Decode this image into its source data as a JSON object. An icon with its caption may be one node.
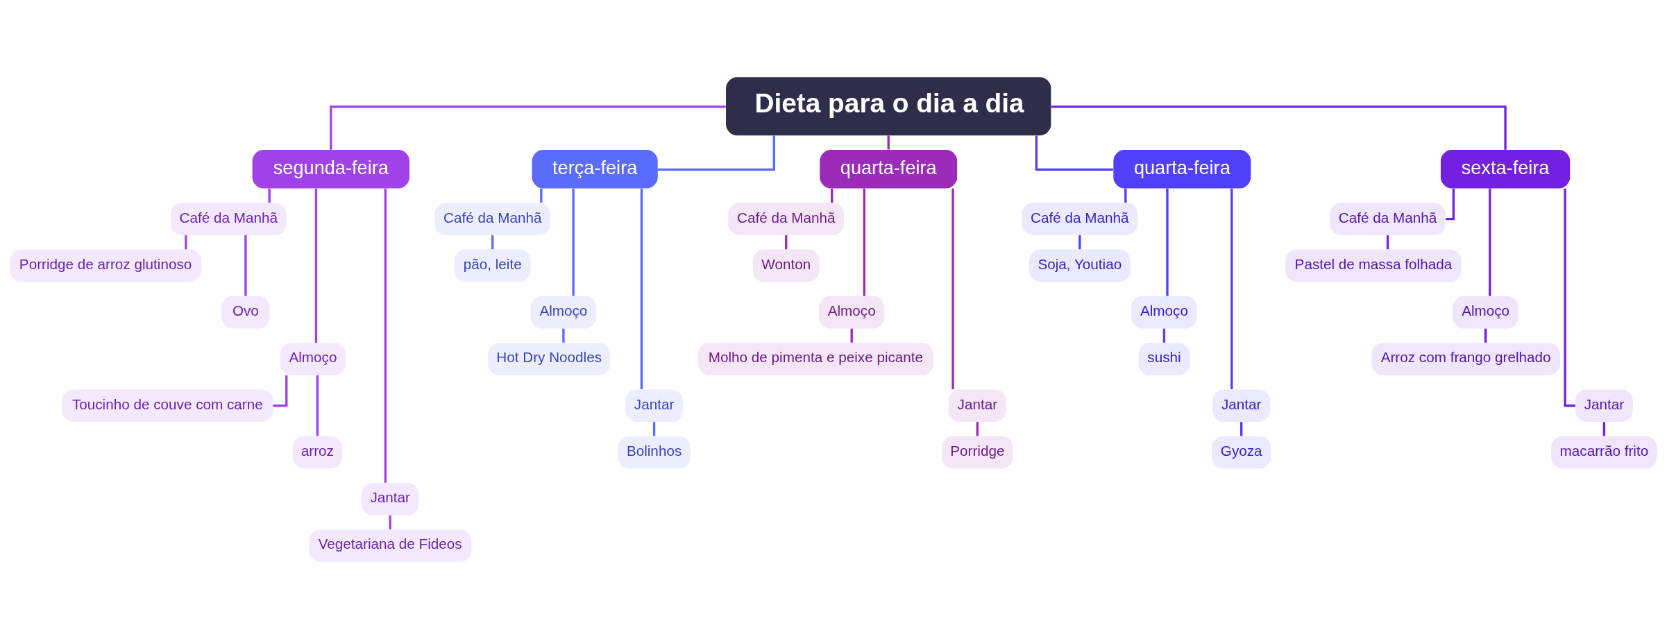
{
  "diagram": {
    "nodes": [
      {
        "text": [
          "Dieta para o dia a dia"
        ]
      },
      {
        "text": [
          "segunda-feira"
        ]
      },
      {
        "text": [
          "Café da Manhã"
        ]
      },
      {
        "text": [
          "Porridge de arroz glutinoso"
        ]
      },
      {
        "text": [
          "Ovo"
        ]
      },
      {
        "text": [
          "Almoço"
        ]
      },
      {
        "text": [
          "Toucinho de couve com carne"
        ]
      },
      {
        "text": [
          "arroz"
        ]
      },
      {
        "text": [
          "Jantar"
        ]
      },
      {
        "text": [
          "Vegetariana de Fideos"
        ]
      },
      {
        "text": [
          "terça-feira"
        ]
      },
      {
        "text": [
          "Café da Manhã"
        ]
      },
      {
        "text": [
          "pão, leite"
        ]
      },
      {
        "text": [
          "Almoço"
        ]
      },
      {
        "text": [
          "Hot Dry Noodles"
        ]
      },
      {
        "text": [
          "Jantar"
        ]
      },
      {
        "text": [
          "Bolinhos"
        ]
      },
      {
        "text": [
          "quarta-feira"
        ]
      },
      {
        "text": [
          "Café da Manhã"
        ]
      },
      {
        "text": [
          "Wonton"
        ]
      },
      {
        "text": [
          "Almoço"
        ]
      },
      {
        "text": [
          "Molho de pimenta e peixe picante"
        ]
      },
      {
        "text": [
          "Jantar"
        ]
      },
      {
        "text": [
          "Porridge"
        ]
      },
      {
        "text": [
          "quarta-feira"
        ]
      },
      {
        "text": [
          "Café da Manhã"
        ]
      },
      {
        "text": [
          "Soja, Youtiao"
        ]
      },
      {
        "text": [
          "Almoço"
        ]
      },
      {
        "text": [
          "sushi"
        ]
      },
      {
        "text": [
          "Jantar"
        ]
      },
      {
        "text": [
          "Gyoza"
        ]
      },
      {
        "text": [
          "sexta-feira"
        ]
      },
      {
        "text": [
          "Café da Manhã"
        ]
      },
      {
        "text": [
          "Pastel de massa folhada"
        ]
      },
      {
        "text": [
          "Almoço"
        ]
      },
      {
        "text": [
          "Arroz com frango grelhado"
        ]
      },
      {
        "text": [
          "Jantar"
        ]
      },
      {
        "text": [
          "macarrão frito"
        ]
      }
    ],
    "edges": [
      {
        "from": 0,
        "to": 1,
        "arrow": "none",
        "color": "#a041e9"
      },
      {
        "from": 1,
        "to": 2,
        "arrow": "none",
        "color": "#a041e9"
      },
      {
        "from": 2,
        "to": 3,
        "arrow": "none",
        "color": "#a041e9"
      },
      {
        "from": 2,
        "to": 4,
        "arrow": "none",
        "color": "#a041e9"
      },
      {
        "from": 1,
        "to": 5,
        "arrow": "none",
        "color": "#a041e9"
      },
      {
        "from": 5,
        "to": 6,
        "arrow": "none",
        "color": "#a041e9"
      },
      {
        "from": 5,
        "to": 7,
        "arrow": "none",
        "color": "#a041e9"
      },
      {
        "from": 1,
        "to": 8,
        "arrow": "none",
        "color": "#a041e9"
      },
      {
        "from": 8,
        "to": 9,
        "arrow": "none",
        "color": "#a041e9"
      },
      {
        "from": 0,
        "to": 10,
        "arrow": "none",
        "color": "#5b6bfd"
      },
      {
        "from": 10,
        "to": 11,
        "arrow": "none",
        "color": "#5b6bfd"
      },
      {
        "from": 11,
        "to": 12,
        "arrow": "none",
        "color": "#5b6bfd"
      },
      {
        "from": 10,
        "to": 13,
        "arrow": "none",
        "color": "#5b6bfd"
      },
      {
        "from": 13,
        "to": 14,
        "arrow": "none",
        "color": "#5b6bfd"
      },
      {
        "from": 10,
        "to": 15,
        "arrow": "none",
        "color": "#5b6bfd"
      },
      {
        "from": 15,
        "to": 16,
        "arrow": "none",
        "color": "#5b6bfd"
      },
      {
        "from": 0,
        "to": 17,
        "arrow": "none",
        "color": "#9b2bb8"
      },
      {
        "from": 17,
        "to": 18,
        "arrow": "none",
        "color": "#9b2bb8"
      },
      {
        "from": 18,
        "to": 19,
        "arrow": "none",
        "color": "#9b2bb8"
      },
      {
        "from": 17,
        "to": 20,
        "arrow": "none",
        "color": "#9b2bb8"
      },
      {
        "from": 20,
        "to": 21,
        "arrow": "none",
        "color": "#9b2bb8"
      },
      {
        "from": 17,
        "to": 22,
        "arrow": "none",
        "color": "#9b2bb8"
      },
      {
        "from": 22,
        "to": 23,
        "arrow": "none",
        "color": "#9b2bb8"
      },
      {
        "from": 0,
        "to": 24,
        "arrow": "none",
        "color": "#5040fa"
      },
      {
        "from": 24,
        "to": 25,
        "arrow": "none",
        "color": "#5040fa"
      },
      {
        "from": 25,
        "to": 26,
        "arrow": "none",
        "color": "#5040fa"
      },
      {
        "from": 24,
        "to": 27,
        "arrow": "none",
        "color": "#5040fa"
      },
      {
        "from": 27,
        "to": 28,
        "arrow": "none",
        "color": "#5040fa"
      },
      {
        "from": 24,
        "to": 29,
        "arrow": "none",
        "color": "#5040fa"
      },
      {
        "from": 29,
        "to": 30,
        "arrow": "none",
        "color": "#5040fa"
      },
      {
        "from": 0,
        "to": 31,
        "arrow": "none",
        "color": "#7420e0"
      },
      {
        "from": 31,
        "to": 32,
        "arrow": "none",
        "color": "#7420e0"
      },
      {
        "from": 32,
        "to": 33,
        "arrow": "none",
        "color": "#7420e0"
      },
      {
        "from": 31,
        "to": 34,
        "arrow": "none",
        "color": "#7420e0"
      },
      {
        "from": 34,
        "to": 35,
        "arrow": "none",
        "color": "#7420e0"
      },
      {
        "from": 31,
        "to": 36,
        "arrow": "none",
        "color": "#7420e0"
      },
      {
        "from": 36,
        "to": 37,
        "arrow": "none",
        "color": "#7420e0"
      }
    ]
  }
}
